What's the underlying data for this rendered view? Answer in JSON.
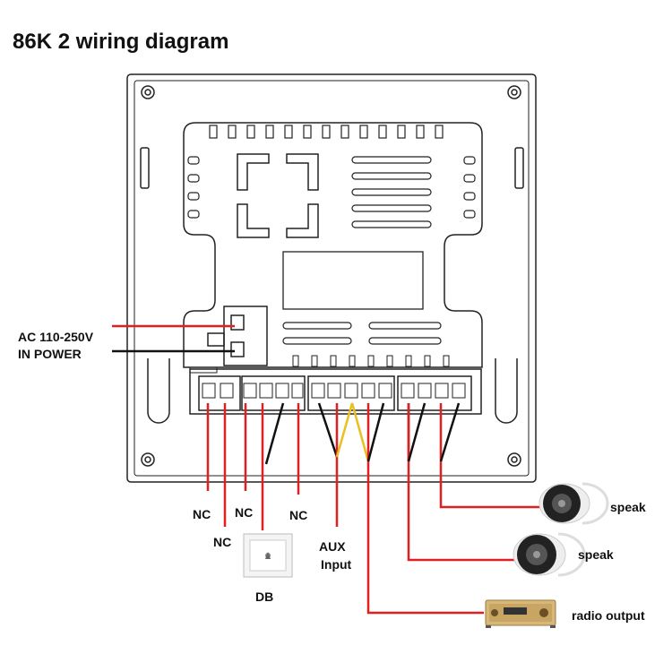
{
  "title": "86K 2 wiring diagram",
  "labels": {
    "ac_power_line1": "AC 110-250V",
    "ac_power_line2": "IN POWER",
    "nc1": "NC",
    "nc2": "NC",
    "nc3": "NC",
    "nc4": "NC",
    "db": "DB",
    "aux_line1": "AUX",
    "aux_line2": "Input",
    "speak1": "speak",
    "speak2": "speak",
    "radio_output": "radio output"
  },
  "colors": {
    "wire_red": "#e02020",
    "wire_black": "#111111",
    "wire_yellow": "#e8c020",
    "outline": "#222222"
  }
}
